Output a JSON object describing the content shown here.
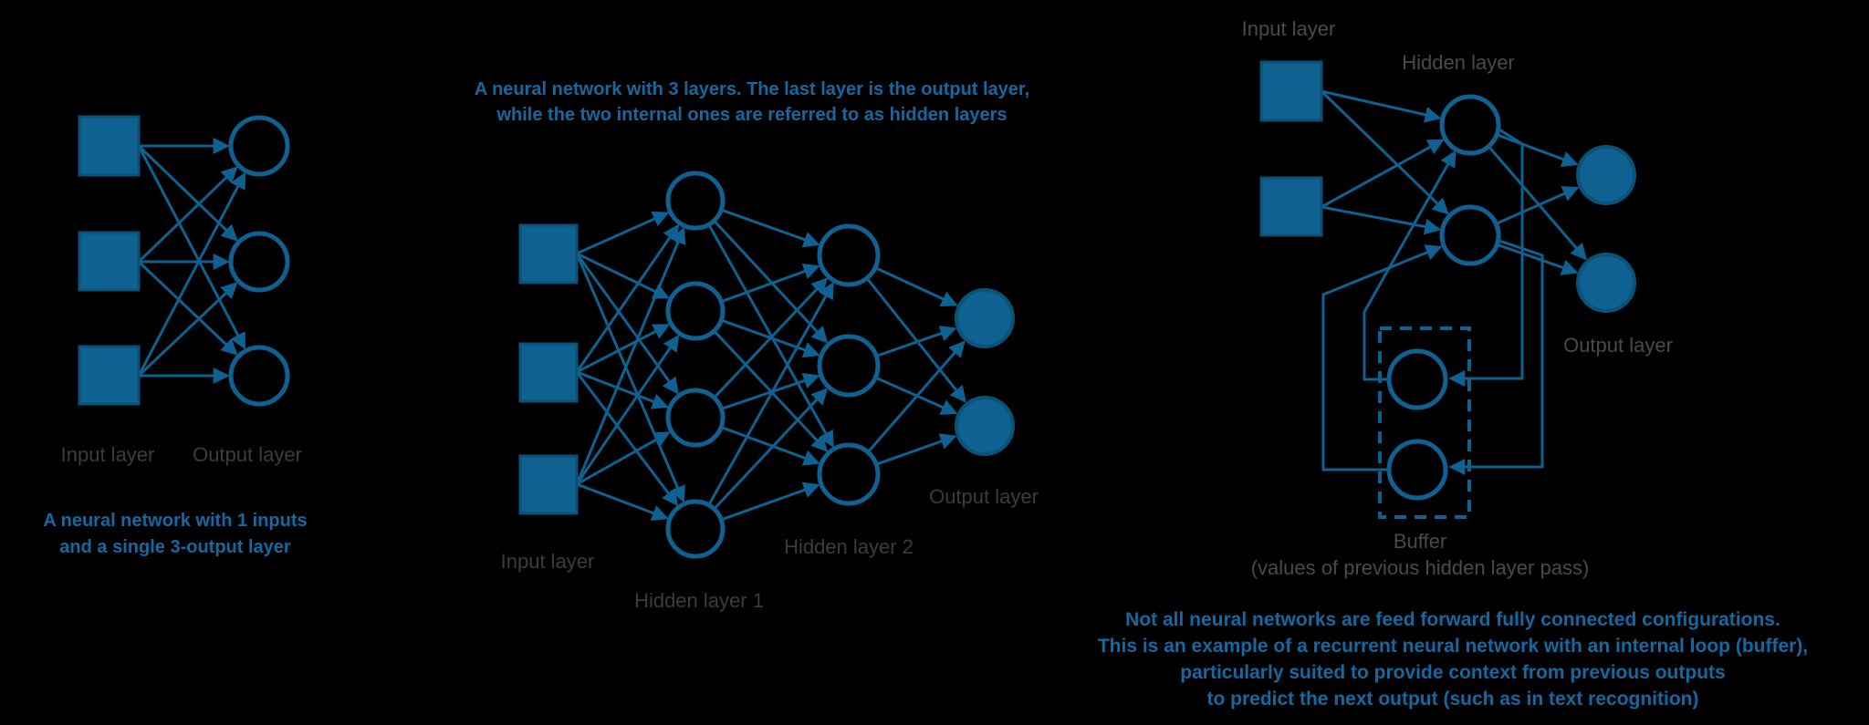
{
  "colors": {
    "background": "#000000",
    "shape_blue": "#0e6190",
    "shape_blue_dark": "#0a5277",
    "caption_blue": "#1568a0",
    "label_gray": "#3c3c3c",
    "label_gray_right": "#4a4a4a"
  },
  "diagram1": {
    "label_input": "Input layer",
    "label_output": "Output layer",
    "caption": [
      "A neural network with 1 inputs",
      "and a single 3-output layer"
    ]
  },
  "diagram2": {
    "caption": [
      "A neural network with 3 layers. The last layer is the output layer,",
      "while the two internal ones are referred to as hidden layers"
    ],
    "label_input": "Input layer",
    "label_hidden1": "Hidden layer 1",
    "label_hidden2": "Hidden layer 2",
    "label_output": "Output layer"
  },
  "diagram3": {
    "label_input": "Input layer",
    "label_hidden": "Hidden layer",
    "label_output": "Output layer",
    "label_buffer": "Buffer",
    "label_buffer_note": "(values of previous hidden layer pass)",
    "caption": [
      "Not all neural networks are feed forward fully connected configurations.",
      "This is an example of a recurrent neural network with an internal loop (buffer),",
      "particularly suited to provide context from previous outputs",
      "to predict the next output (such as in text recognition)"
    ]
  }
}
